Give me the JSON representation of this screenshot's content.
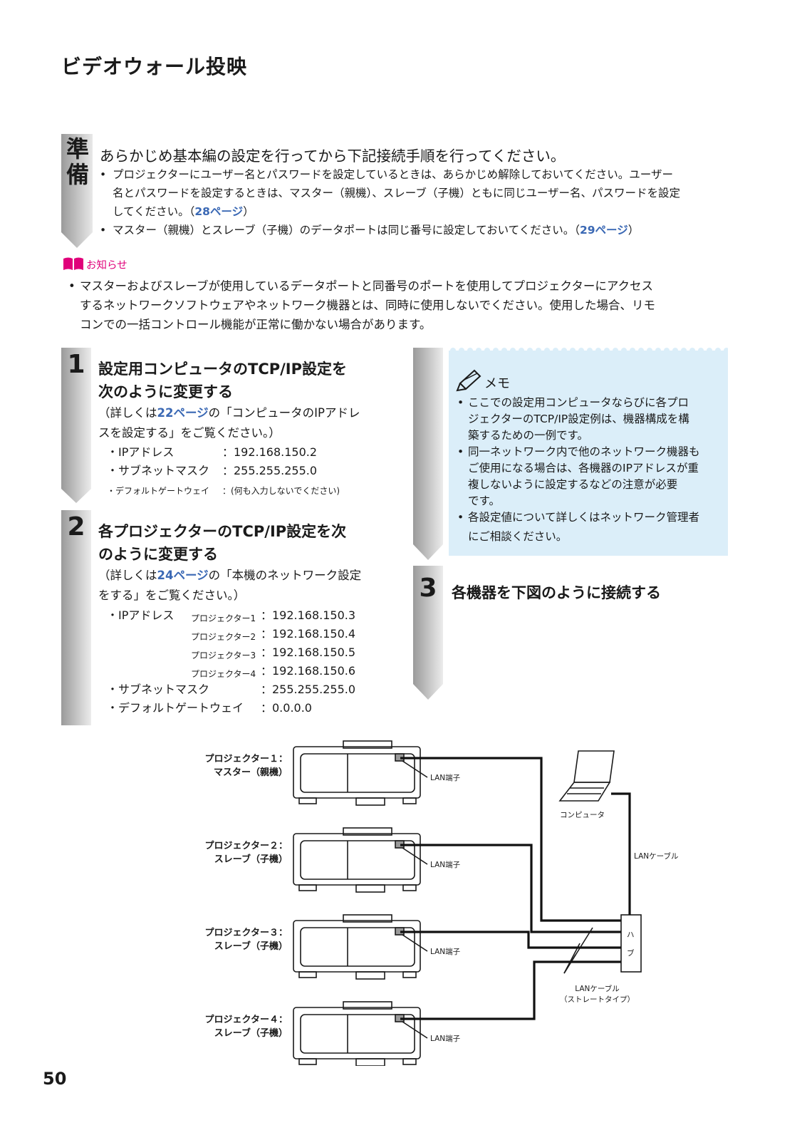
{
  "title": "ビデオウォール投映",
  "prep": {
    "badge_1": "準",
    "badge_2": "備",
    "heading": "あらかじめ基本編の設定を行ってから下記接続手順を行ってください。",
    "bullet_1": {
      "line_1": "プロジェクターにユーザー名とパスワードを設定しているときは、あらかじめ解除しておいてください。ユーザー",
      "line_2": "名とパスワードを設定するときは、マスター（親機）、スレーブ（子機）ともに同じユーザー名、パスワードを設定",
      "line_3_pre": "してください。（",
      "link": "28ページ",
      "line_3_post": "）"
    },
    "bullet_2": {
      "pre": "マスター（親機）とスレーブ（子機）のデータポートは同じ番号に設定しておいてください。（",
      "link": "29ページ",
      "post": "）"
    }
  },
  "notice": {
    "label": "お知らせ",
    "line_1": "マスターおよびスレーブが使用しているデータポートと同番号のポートを使用してプロジェクターにアクセス",
    "line_2": "するネットワークソフトウェアやネットワーク機器とは、同時に使用しないでください。使用した場合、リモ",
    "line_3": "コンでの一括コントロール機能が正常に働かない場合があります。"
  },
  "step1": {
    "number": "1",
    "heading_1": "設定用コンピュータのTCP/IP設定を",
    "heading_2": "次のように変更する",
    "ref_pre": "（詳しくは",
    "ref_link": "22ページ",
    "ref_post": "の「コンピュータのIPアドレ",
    "ref_line_2": "スを設定する」をご覧ください。）",
    "rows": [
      {
        "label": "・IPアドレス",
        "value": "：192.168.150.2"
      },
      {
        "label": "・サブネットマスク",
        "value": "：255.255.255.0"
      },
      {
        "label": "・デフォルトゲートウェイ",
        "value": "：(何も入力しないでください)"
      }
    ]
  },
  "step2": {
    "number": "2",
    "heading_1": "各プロジェクターのTCP/IP設定を次",
    "heading_2": "のように変更する",
    "ref_pre": "（詳しくは",
    "ref_link": "24ページ",
    "ref_post": "の「本機のネットワーク設定",
    "ref_line_2": "をする」をご覧ください。）",
    "ip_label": "・IPアドレス",
    "ips": [
      {
        "name": "プロジェクター1",
        "value": "：192.168.150.3"
      },
      {
        "name": "プロジェクター2",
        "value": "：192.168.150.4"
      },
      {
        "name": "プロジェクター3",
        "value": "：192.168.150.5"
      },
      {
        "name": "プロジェクター4",
        "value": "：192.168.150.6"
      }
    ],
    "subnet_label": "・サブネットマスク",
    "subnet_value": "：255.255.255.0",
    "gateway_label": "・デフォルトゲートウェイ",
    "gateway_value": "：0.0.0.0"
  },
  "memo": {
    "title": "メモ",
    "items": [
      [
        "ここでの設定用コンピュータならびに各プロ",
        "ジェクターのTCP/IP設定例は、機器構成を構",
        "築するための一例です。"
      ],
      [
        "同一ネットワーク内で他のネットワーク機器も",
        "ご使用になる場合は、各機器のIPアドレスが重",
        "複しないように設定するなどの注意が必要",
        "です。"
      ],
      [
        "各設定値について詳しくはネットワーク管理者",
        "にご相談ください。"
      ]
    ]
  },
  "step3": {
    "number": "3",
    "heading": "各機器を下図のように接続する"
  },
  "diagram": {
    "projectors": [
      {
        "line_1": "プロジェクター１：",
        "line_2": "マスター（親機）"
      },
      {
        "line_1": "プロジェクター２：",
        "line_2": "スレーブ（子機）"
      },
      {
        "line_1": "プロジェクター３：",
        "line_2": "スレーブ（子機）"
      },
      {
        "line_1": "プロジェクター４：",
        "line_2": "スレーブ（子機）"
      }
    ],
    "lan_port": "LAN端子",
    "computer": "コンピュータ",
    "lan_cable": "LANケーブル",
    "hub_1": "ハ",
    "hub_2": "ブ",
    "straight_1": "LANケーブル",
    "straight_2": "（ストレートタイプ）"
  },
  "page_number": "50",
  "colors": {
    "link": "#3a68b4",
    "notice": "#e0007a",
    "memo_bg": "#dbeef9"
  }
}
